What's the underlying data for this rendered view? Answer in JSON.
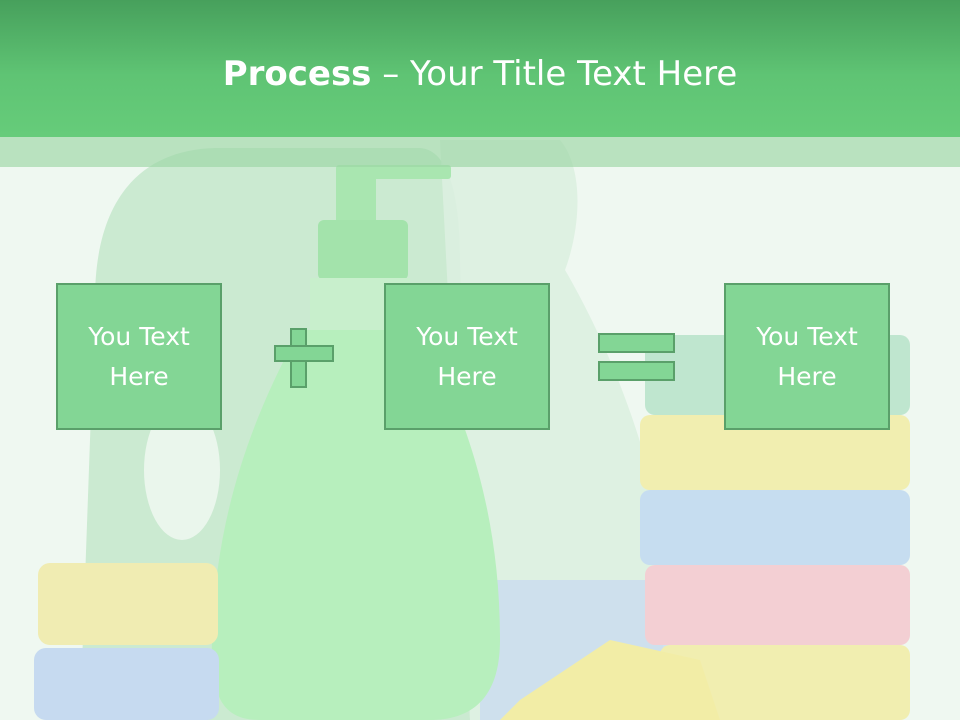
{
  "slide": {
    "title_bold": "Process",
    "title_rest": " – Your Title Text Here",
    "boxes": [
      {
        "line1": "You Text",
        "line2": "Here"
      },
      {
        "line1": "You Text",
        "line2": "Here"
      },
      {
        "line1": "You Text",
        "line2": "Here"
      }
    ],
    "operators": [
      "plus-icon",
      "equals-icon"
    ],
    "colors": {
      "header_green": "#5fc474",
      "box_fill": "#83d695",
      "box_border": "#5aa06a",
      "background": "#eff8f1"
    },
    "background_image": "cleaning-supplies-photo"
  }
}
